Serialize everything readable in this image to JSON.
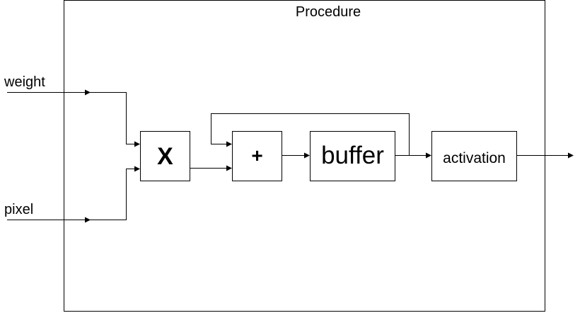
{
  "procedure": {
    "title": "Procedure"
  },
  "inputs": {
    "weight": "weight",
    "pixel": "pixel"
  },
  "blocks": {
    "multiply": "X",
    "add": "+",
    "buffer": "buffer",
    "activation": "activation"
  }
}
